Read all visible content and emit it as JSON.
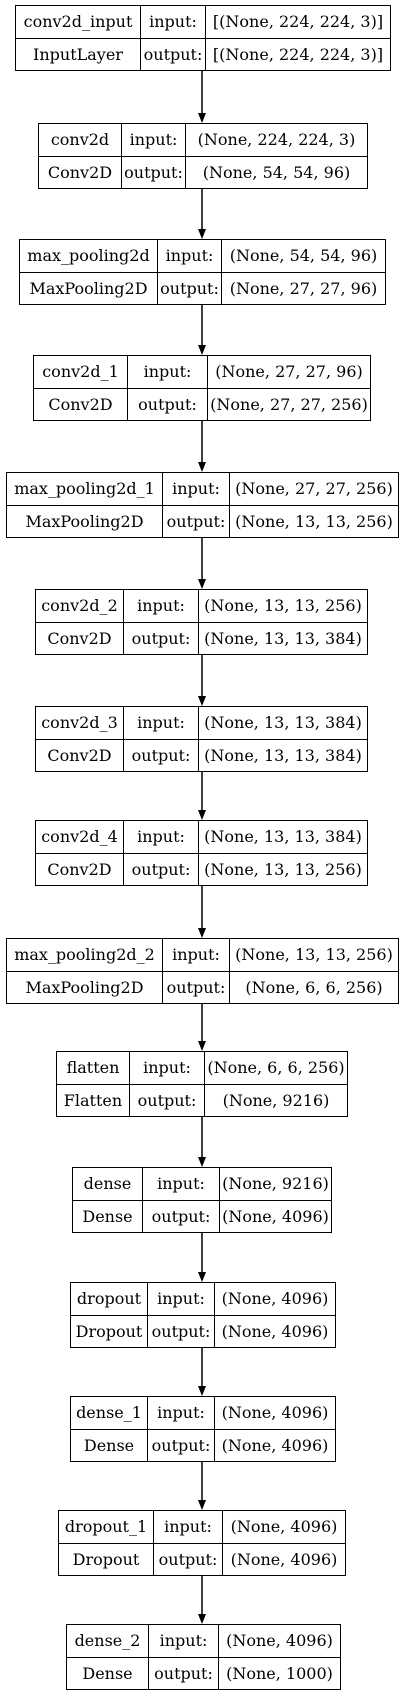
{
  "layers": [
    {
      "name": "conv2d_input",
      "type": "InputLayer",
      "input_label": "input:",
      "output_label": "output:",
      "input": "[(None, 224, 224, 3)]",
      "output": "[(None, 224, 224, 3)]"
    },
    {
      "name": "conv2d",
      "type": "Conv2D",
      "input_label": "input:",
      "output_label": "output:",
      "input": "(None, 224, 224, 3)",
      "output": "(None, 54, 54, 96)"
    },
    {
      "name": "max_pooling2d",
      "type": "MaxPooling2D",
      "input_label": "input:",
      "output_label": "output:",
      "input": "(None, 54, 54, 96)",
      "output": "(None, 27, 27, 96)"
    },
    {
      "name": "conv2d_1",
      "type": "Conv2D",
      "input_label": "input:",
      "output_label": "output:",
      "input": "(None, 27, 27, 96)",
      "output": "(None, 27, 27, 256)"
    },
    {
      "name": "max_pooling2d_1",
      "type": "MaxPooling2D",
      "input_label": "input:",
      "output_label": "output:",
      "input": "(None, 27, 27, 256)",
      "output": "(None, 13, 13, 256)"
    },
    {
      "name": "conv2d_2",
      "type": "Conv2D",
      "input_label": "input:",
      "output_label": "output:",
      "input": "(None, 13, 13, 256)",
      "output": "(None, 13, 13, 384)"
    },
    {
      "name": "conv2d_3",
      "type": "Conv2D",
      "input_label": "input:",
      "output_label": "output:",
      "input": "(None, 13, 13, 384)",
      "output": "(None, 13, 13, 384)"
    },
    {
      "name": "conv2d_4",
      "type": "Conv2D",
      "input_label": "input:",
      "output_label": "output:",
      "input": "(None, 13, 13, 384)",
      "output": "(None, 13, 13, 256)"
    },
    {
      "name": "max_pooling2d_2",
      "type": "MaxPooling2D",
      "input_label": "input:",
      "output_label": "output:",
      "input": "(None, 13, 13, 256)",
      "output": "(None, 6, 6, 256)"
    },
    {
      "name": "flatten",
      "type": "Flatten",
      "input_label": "input:",
      "output_label": "output:",
      "input": "(None, 6, 6, 256)",
      "output": "(None, 9216)"
    },
    {
      "name": "dense",
      "type": "Dense",
      "input_label": "input:",
      "output_label": "output:",
      "input": "(None, 9216)",
      "output": "(None, 4096)"
    },
    {
      "name": "dropout",
      "type": "Dropout",
      "input_label": "input:",
      "output_label": "output:",
      "input": "(None, 4096)",
      "output": "(None, 4096)"
    },
    {
      "name": "dense_1",
      "type": "Dense",
      "input_label": "input:",
      "output_label": "output:",
      "input": "(None, 4096)",
      "output": "(None, 4096)"
    },
    {
      "name": "dropout_1",
      "type": "Dropout",
      "input_label": "input:",
      "output_label": "output:",
      "input": "(None, 4096)",
      "output": "(None, 4096)"
    },
    {
      "name": "dense_2",
      "type": "Dense",
      "input_label": "input:",
      "output_label": "output:",
      "input": "(None, 4096)",
      "output": "(None, 1000)"
    }
  ]
}
